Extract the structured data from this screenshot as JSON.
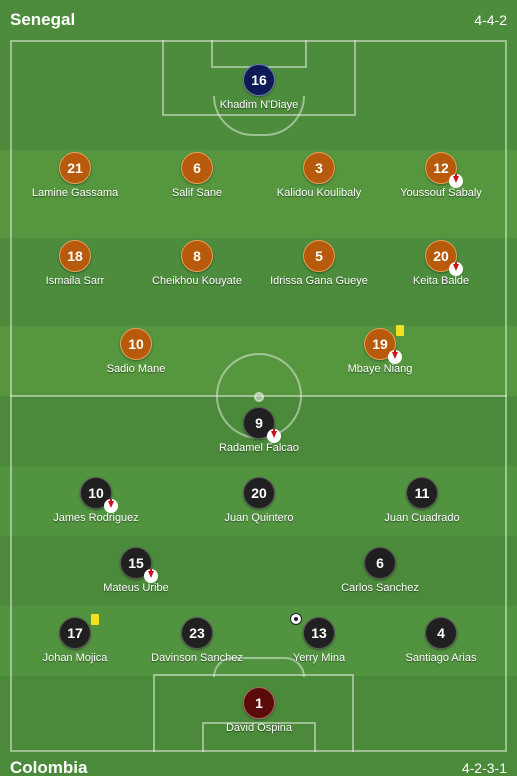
{
  "home": {
    "team": "Senegal",
    "formation": "4-4-2",
    "colors": {
      "outfield": "#b85a0c",
      "goalkeeper": "#0d1a55"
    },
    "players": [
      {
        "number": "16",
        "name": "Khadim N'Diaye",
        "role": "gk"
      },
      {
        "number": "21",
        "name": "Lamine Gassama"
      },
      {
        "number": "6",
        "name": "Salif Sane"
      },
      {
        "number": "3",
        "name": "Kalidou Koulibaly"
      },
      {
        "number": "12",
        "name": "Youssouf Sabaly",
        "subbed": true
      },
      {
        "number": "18",
        "name": "Ismaila Sarr"
      },
      {
        "number": "8",
        "name": "Cheikhou Kouyate"
      },
      {
        "number": "5",
        "name": "Idrissa Gana Gueye"
      },
      {
        "number": "20",
        "name": "Keita Balde",
        "subbed": true
      },
      {
        "number": "10",
        "name": "Sadio Mane"
      },
      {
        "number": "19",
        "name": "Mbaye Niang",
        "subbed": true,
        "yellow_card": true
      }
    ]
  },
  "away": {
    "team": "Colombia",
    "formation": "4-2-3-1",
    "colors": {
      "outfield": "#202020",
      "goalkeeper": "#5c0b0b"
    },
    "players": [
      {
        "number": "9",
        "name": "Radamel Falcao",
        "subbed": true
      },
      {
        "number": "10",
        "name": "James Rodriguez",
        "subbed": true
      },
      {
        "number": "20",
        "name": "Juan Quintero"
      },
      {
        "number": "11",
        "name": "Juan Cuadrado"
      },
      {
        "number": "15",
        "name": "Mateus Uribe",
        "subbed": true
      },
      {
        "number": "6",
        "name": "Carlos Sanchez"
      },
      {
        "number": "17",
        "name": "Johan Mojica",
        "yellow_card": true
      },
      {
        "number": "23",
        "name": "Davinson Sanchez"
      },
      {
        "number": "13",
        "name": "Yerry Mina",
        "goal": true
      },
      {
        "number": "4",
        "name": "Santiago Arias"
      },
      {
        "number": "1",
        "name": "David Ospina",
        "role": "gk"
      }
    ]
  },
  "icons": {
    "substitution": "sub-off-arrow-icon",
    "yellow_card": "yellow-card-icon",
    "goal": "football-icon"
  }
}
